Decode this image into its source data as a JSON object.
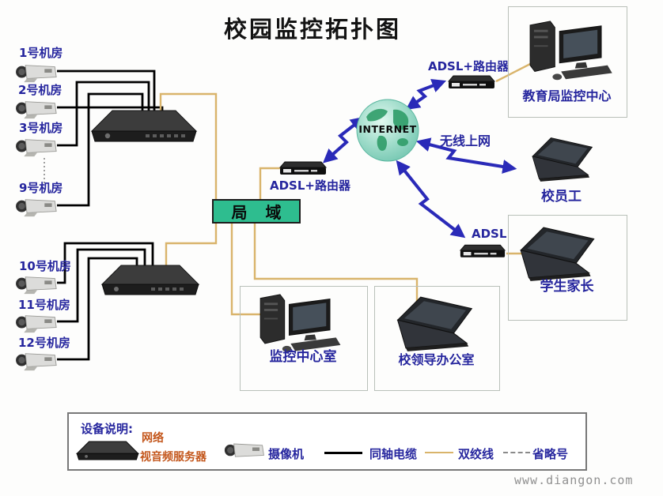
{
  "title": "校园监控拓扑图",
  "watermark": "www.diangon.com",
  "colors": {
    "label_blue": "#26269e",
    "lan_green": "#2ebd8f",
    "cable_black": "#000000",
    "twisted_pair_tan": "#d9b46b",
    "arrow_blue": "#2a2ab8",
    "legend_orange": "#c3561b",
    "globe_teal": "#7fcdb9",
    "globe_land_green": "#2f9c68"
  },
  "nodes": {
    "cameras": [
      {
        "label": "1号机房"
      },
      {
        "label": "2号机房"
      },
      {
        "label": "3号机房"
      },
      {
        "label": "9号机房"
      },
      {
        "label": "10号机房"
      },
      {
        "label": "11号机房"
      },
      {
        "label": "12号机房"
      }
    ],
    "lan_box": "局 域",
    "internet": "INTERNET",
    "router_mid": "ADSL+路由器",
    "router_top": "ADSL+路由器",
    "router_right": "ADSL",
    "wireless_label": "无线上网",
    "edu_center": "教育局监控中心",
    "staff": "校员工",
    "parents": "学生家长",
    "monitor_room": "监控中心室",
    "leader_office": "校领导办公室"
  },
  "legend": {
    "heading": "设备说明:",
    "server_label_line1": "网络",
    "server_label_line2": "视音频服务器",
    "camera_label": "摄像机",
    "coaxial_label": "同轴电缆",
    "twisted_label": "双绞线",
    "ellipsis_label": "省略号"
  }
}
